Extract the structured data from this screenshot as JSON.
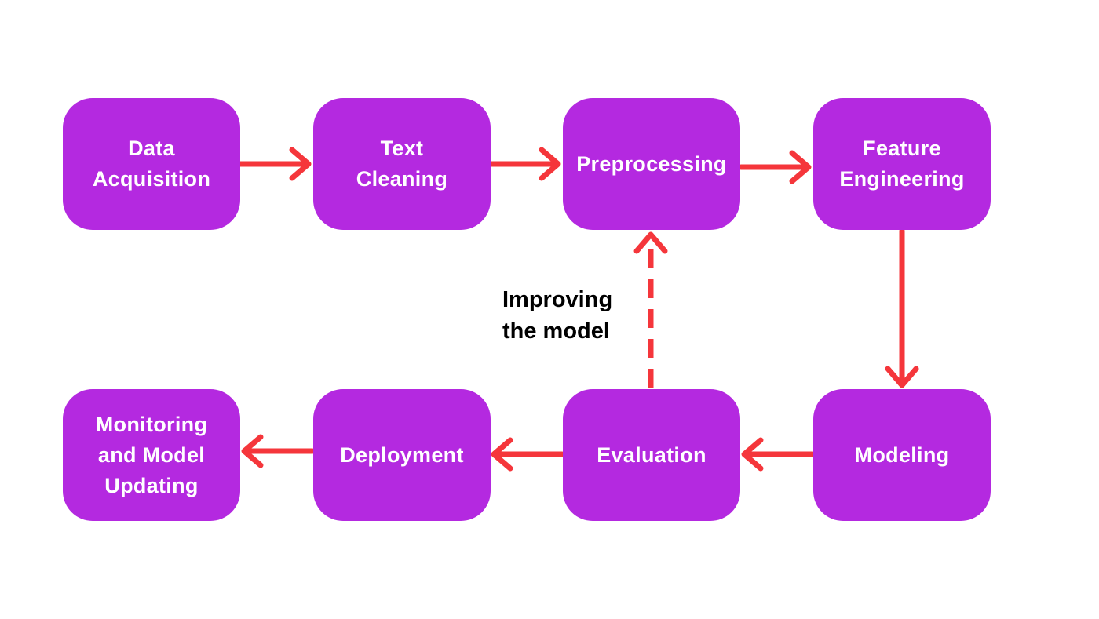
{
  "colors": {
    "node_fill": "#b429e0",
    "node_text": "#ffffff",
    "arrow": "#f5363b",
    "annotation_text": "#000000",
    "background": "#ffffff"
  },
  "nodes": {
    "data_acquisition": "Data\nAcquisition",
    "text_cleaning": "Text\nCleaning",
    "preprocessing": "Preprocessing",
    "feature_engineering": "Feature\nEngineering",
    "modeling": "Modeling",
    "evaluation": "Evaluation",
    "deployment": "Deployment",
    "monitoring": "Monitoring\nand Model\nUpdating"
  },
  "edges": [
    {
      "from": "data_acquisition",
      "to": "text_cleaning",
      "style": "solid"
    },
    {
      "from": "text_cleaning",
      "to": "preprocessing",
      "style": "solid"
    },
    {
      "from": "preprocessing",
      "to": "feature_engineering",
      "style": "solid"
    },
    {
      "from": "feature_engineering",
      "to": "modeling",
      "style": "solid"
    },
    {
      "from": "modeling",
      "to": "evaluation",
      "style": "solid"
    },
    {
      "from": "evaluation",
      "to": "deployment",
      "style": "solid"
    },
    {
      "from": "deployment",
      "to": "monitoring",
      "style": "solid"
    },
    {
      "from": "evaluation",
      "to": "preprocessing",
      "style": "dashed"
    }
  ],
  "annotation": "Improving\nthe model"
}
